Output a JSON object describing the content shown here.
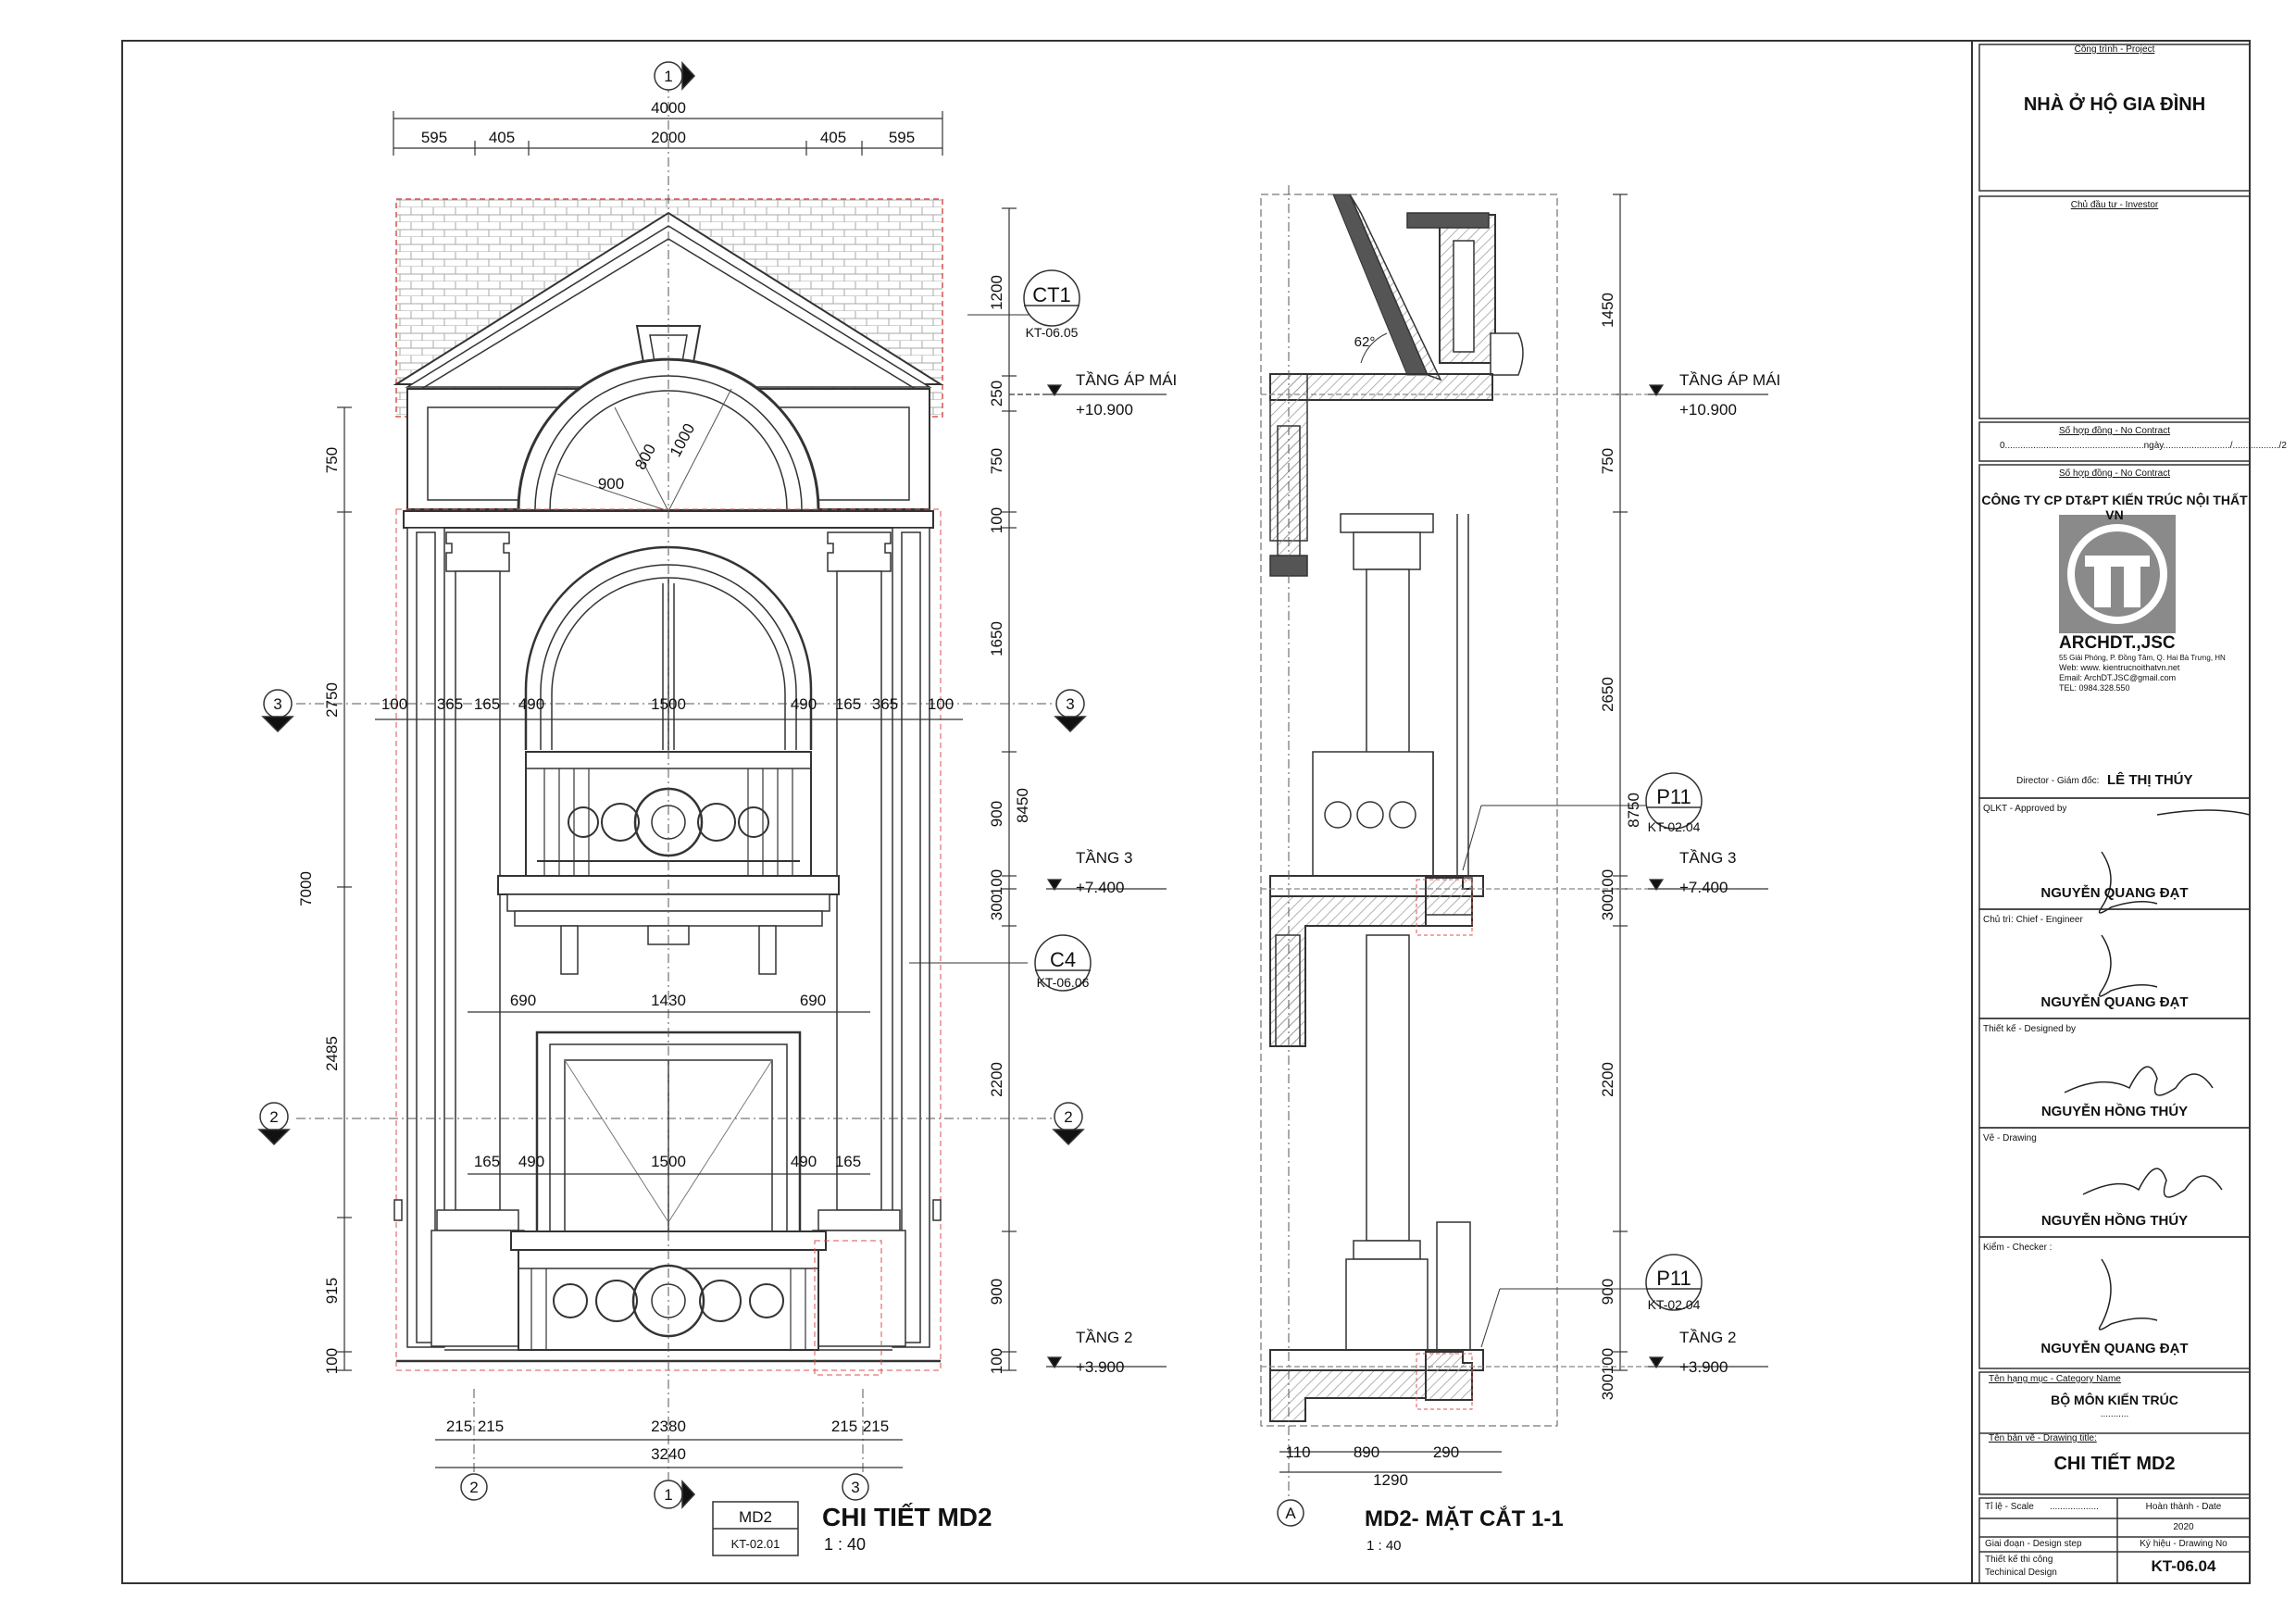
{
  "grid_labels": {
    "g1_top": "1",
    "g1_bottom": "1",
    "g2_left": "2",
    "g2_right": "2",
    "g2_bottom": "2",
    "g3_left": "3",
    "g3_right": "3",
    "g3_bottom": "3",
    "gA": "A"
  },
  "front": {
    "top_total": "4000",
    "top_dims": [
      "595",
      "405",
      "2000",
      "405",
      "595"
    ],
    "left_total": "7000",
    "left_dims": [
      "750",
      "2750",
      "2485",
      "915",
      "100"
    ],
    "right_total": "8450",
    "right_dims": [
      "1200",
      "250",
      "750",
      "100",
      "1650",
      "900",
      "100",
      "300",
      "2200",
      "900",
      "100"
    ],
    "mid_row": [
      "100",
      "365",
      "165",
      "490",
      "1500",
      "490",
      "165",
      "365",
      "100"
    ],
    "door_row": [
      "690",
      "1430",
      "690"
    ],
    "lower_row": [
      "165",
      "490",
      "1500",
      "490",
      "165"
    ],
    "bottom_dims": [
      "215",
      "215",
      "2380",
      "215",
      "215"
    ],
    "bottom_total": "3240",
    "arch_r1": "900",
    "arch_r2": "800",
    "arch_r3": "1000"
  },
  "section": {
    "right_total": "8750",
    "right_dims": [
      "1450",
      "750",
      "2650",
      "100",
      "300",
      "2200",
      "900",
      "100",
      "300"
    ],
    "bottom_dims": [
      "110",
      "890",
      "290"
    ],
    "bottom_total": "1290",
    "angle": "62°"
  },
  "levels": {
    "roof_name": "TẦNG ÁP MÁI",
    "roof_val": "+10.900",
    "f3_name": "TẦNG 3",
    "f3_val": "+7.400",
    "f2_name": "TẦNG 2",
    "f2_val": "+3.900"
  },
  "callouts": {
    "ct1": "CT1",
    "ct1_ref": "KT-06.05",
    "c4": "C4",
    "c4_ref": "KT-06.06",
    "p11a": "P11",
    "p11a_ref": "KT-02.04",
    "p11b": "P11",
    "p11b_ref": "KT-02.04"
  },
  "captions": {
    "front_tag": "MD2",
    "front_tag_ref": "KT-02.01",
    "front_title": "CHI TIẾT MD2",
    "front_scale": "1 : 40",
    "section_title": "MD2- MẶT CẮT 1-1",
    "section_scale": "1 : 40"
  },
  "title_block": {
    "project_label": "Công trình - Project",
    "project": "NHÀ Ở HỘ GIA ĐÌNH",
    "investor_label": "Chủ đầu tư - Investor",
    "contract_label": "Số hợp đồng - No Contract",
    "contract_line": "0......................................................ngày........................../................../2",
    "contract_label2": "Số hợp đồng - No Contract",
    "company": "CÔNG TY CP DT&PT KIẾN TRÚC NỘI THẤT VN",
    "brand": "ARCHDT.,JSC",
    "addr1": "55 Giải Phóng, P. Đồng Tâm, Q. Hai Bà Trưng, HN",
    "web": "Web: www. kientrucnoithatvn.net",
    "email": "Email: ArchDT.JSC@gmail.com",
    "tel": "TEL: 0984.328.550",
    "director_label": "Director - Giám đốc:",
    "director": "LÊ THỊ THÚY",
    "approved_label": "QLKT - Approved by",
    "approved": "NGUYỄN QUANG ĐẠT",
    "chief_label": "Chủ trì: Chief - Engineer",
    "chief": "NGUYỄN QUANG ĐẠT",
    "designed_label": "Thiết kế - Designed by",
    "designed": "NGUYỄN HỒNG THÚY",
    "drawing_label": "Vẽ - Drawing",
    "drawing": "NGUYỄN HỒNG THÚY",
    "checker_label": "Kiểm - Checker :",
    "checker": "NGUYỄN QUANG ĐẠT",
    "category_label": "Tên hạng mục - Category Name",
    "category": "BỘ MÔN KIẾN TRÚC",
    "category_dots": "...........",
    "title_label": "Tên bản vẽ - Drawing title:",
    "title": "CHI TIẾT MD2",
    "scale_label": "Tỉ lệ - Scale",
    "scale_dots": "...................",
    "date_label": "Hoàn thành - Date",
    "date": "2020",
    "step_label": "Giai đoạn - Design step",
    "drawno_label": "Ký hiệu - Drawing No",
    "step1": "Thiết kế thi công",
    "step2": "Techinical Design",
    "drawno": "KT-06.04"
  },
  "colors": {
    "line": "#333333",
    "hatch": "#999999",
    "red": "#d9534f",
    "dark": "#555555"
  }
}
